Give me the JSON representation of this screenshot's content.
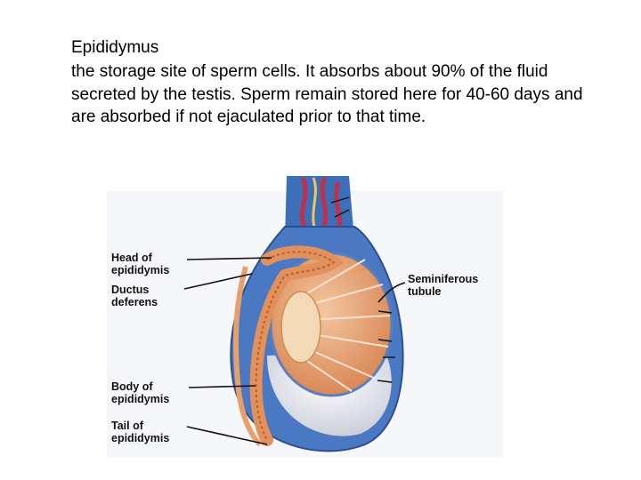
{
  "heading": "Epididymus",
  "description": "the storage site of sperm cells. It absorbs about 90% of the fluid secreted by the testis. Sperm remain stored here for 40-60 days and are absorbed if not ejaculated prior to that time.",
  "labels": {
    "head": [
      "Head of",
      "epididymis"
    ],
    "ductus": [
      "Ductus",
      "deferens"
    ],
    "seminiferous": [
      "Seminiferous",
      "tubule"
    ],
    "body": [
      "Body of",
      "epididymis"
    ],
    "tail": [
      "Tail of",
      "epididymis"
    ]
  },
  "colors": {
    "tunica_blue": "#3d6fb8",
    "tubule_orange": "#e2915c",
    "vessel_red": "#c0304a",
    "cavity_gray": "#d9dbe5"
  }
}
